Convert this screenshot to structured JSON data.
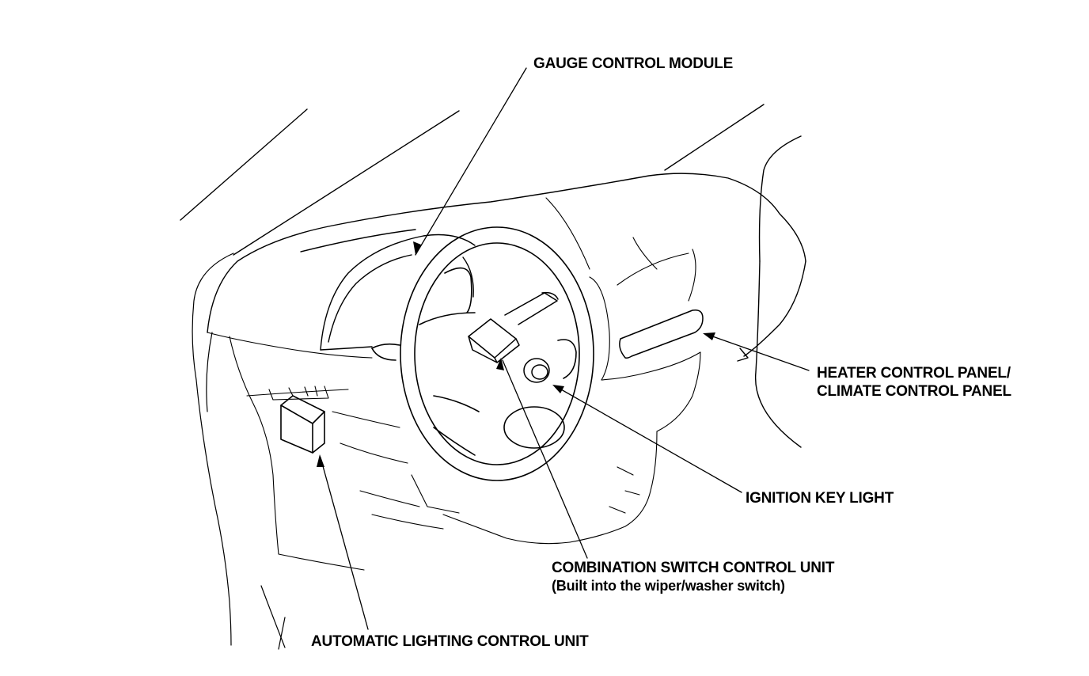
{
  "callouts": {
    "gauge": "GAUGE CONTROL MODULE",
    "heater_line1": "HEATER CONTROL PANEL/",
    "heater_line2": "CLIMATE CONTROL PANEL",
    "ignition": "IGNITION KEY LIGHT",
    "combination_line1": "COMBINATION SWITCH CONTROL UNIT",
    "combination_line2": "(Built into the wiper/washer switch)",
    "automatic": "AUTOMATIC LIGHTING CONTROL UNIT"
  },
  "colors": {
    "ink": "#000000",
    "paper": "#ffffff"
  }
}
